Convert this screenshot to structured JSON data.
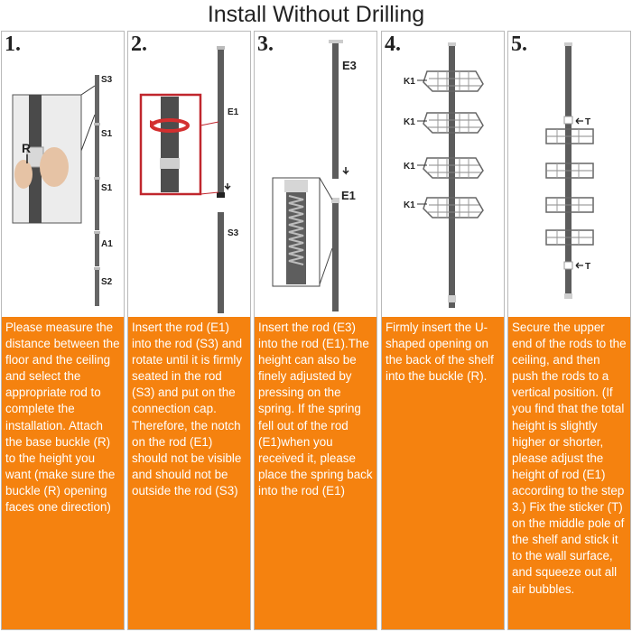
{
  "title": "Install Without Drilling",
  "steps": [
    {
      "number": "1.",
      "labels": {
        "s3": "S3",
        "s1a": "S1",
        "s1b": "S1",
        "a1": "A1",
        "s2": "S2",
        "r": "R"
      },
      "text": "Please measure the distance between the floor and the ceiling and select the appropriate rod to complete the installation. Attach the base buckle (R) to the height you want (make sure the buckle (R) opening faces one direction)"
    },
    {
      "number": "2.",
      "labels": {
        "e1": "E1",
        "s3": "S3"
      },
      "text": "Insert the rod (E1) into the rod (S3) and rotate until it is firmly seated in the rod (S3) and put on the connection cap. Therefore, the notch on the rod (E1) should not be visible and should not be outside the rod (S3)"
    },
    {
      "number": "3.",
      "labels": {
        "e3": "E3",
        "e1": "E1"
      },
      "text": "Insert the rod (E3) into the rod (E1).The height can also be finely adjusted by pressing on the spring. If the spring fell out of the rod (E1)when you received it, please place the spring back into the rod (E1)"
    },
    {
      "number": "4.",
      "labels": {
        "k1a": "K1",
        "k1b": "K1",
        "k1c": "K1",
        "k1d": "K1"
      },
      "text": "Firmly insert the U-shaped opening on the back of the shelf into the buckle (R)."
    },
    {
      "number": "5.",
      "labels": {
        "t1": "T",
        "t2": "T"
      },
      "text": "Secure the upper end of the rods to the ceiling, and then push the rods to a vertical position. (If you find that the total height is slightly higher or shorter, please adjust the height of rod (E1) according to the step 3.) Fix the sticker (T) on the middle pole of the shelf and stick it to the wall surface, and squeeze out all air bubbles."
    }
  ]
}
